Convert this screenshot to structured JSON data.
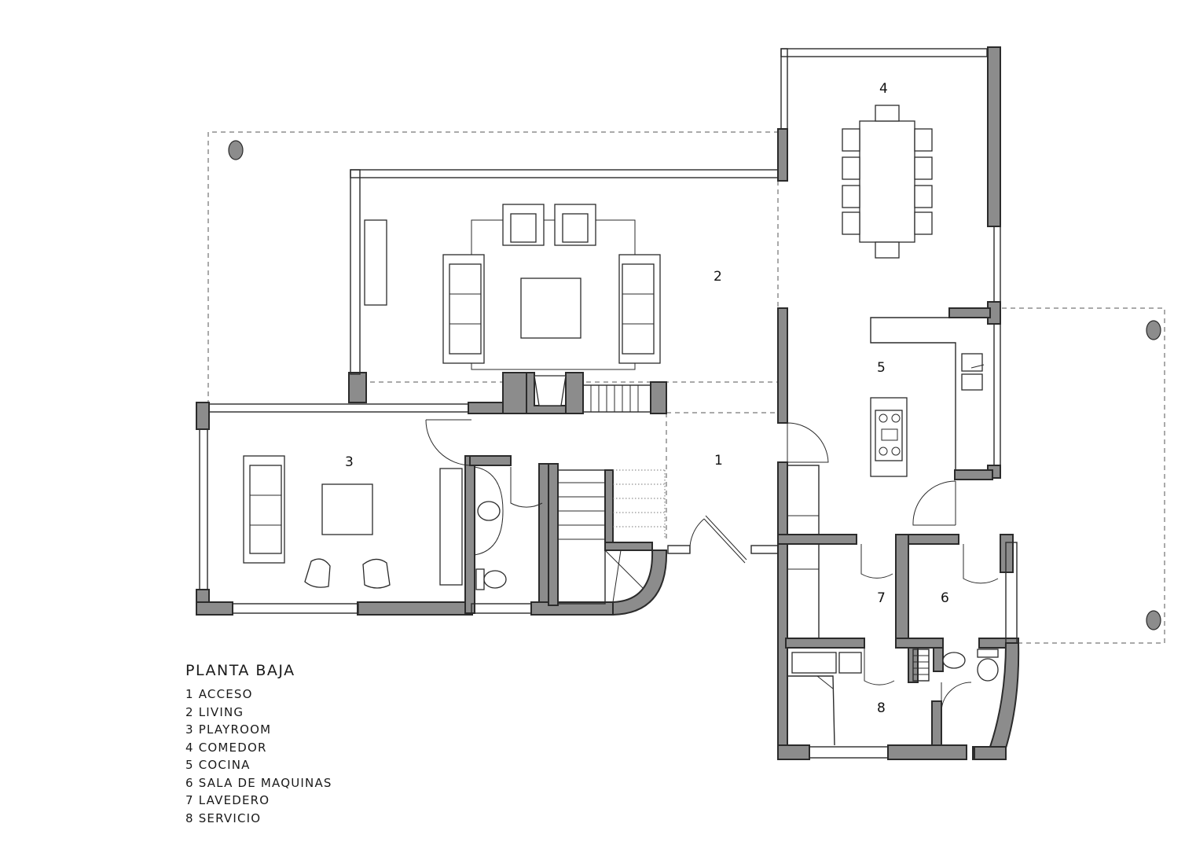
{
  "plan": {
    "title": "PLANTA BAJA",
    "rooms": [
      {
        "number": "1",
        "name": "ACCESO",
        "legend": "1 ACCESO"
      },
      {
        "number": "2",
        "name": "LIVING",
        "legend": "2 LIVING"
      },
      {
        "number": "3",
        "name": "PLAYROOM",
        "legend": "3 PLAYROOM"
      },
      {
        "number": "4",
        "name": "COMEDOR",
        "legend": "4 COMEDOR"
      },
      {
        "number": "5",
        "name": "COCINA",
        "legend": "5 COCINA"
      },
      {
        "number": "6",
        "name": "SALA DE MAQUINAS",
        "legend": "6 SALA DE MAQUINAS"
      },
      {
        "number": "7",
        "name": "LAVEDERO",
        "legend": "7 LAVEDERO"
      },
      {
        "number": "8",
        "name": "SERVICIO",
        "legend": "8 SERVICIO"
      }
    ]
  },
  "colors": {
    "wall_fill": "#8c8c8c",
    "line": "#2b2b2b",
    "background": "#ffffff"
  }
}
